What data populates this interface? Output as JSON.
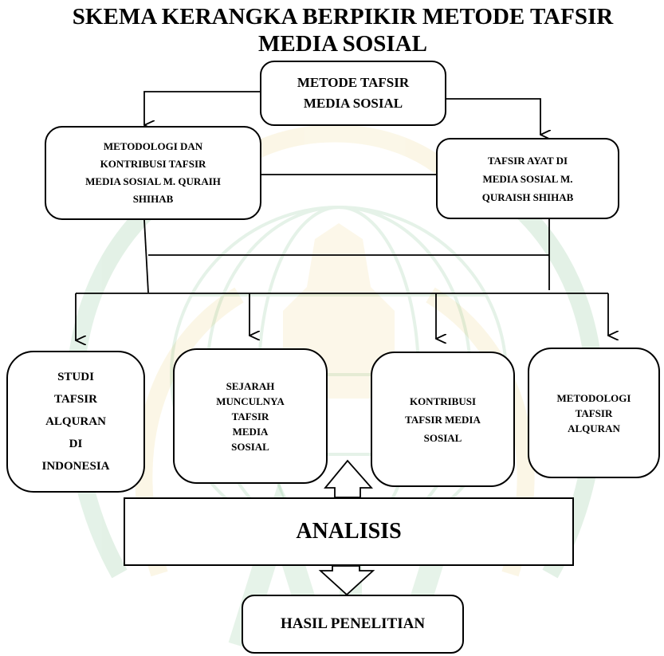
{
  "title": {
    "line1": "SKEMA KERANGKA BERPIKIR METODE TAFSIR",
    "line2": "MEDIA SOSIAL"
  },
  "nodes": {
    "top": [
      "METODE TAFSIR",
      "MEDIA SOSIAL"
    ],
    "left": [
      "METODOLOGI DAN",
      "KONTRIBUSI TAFSIR",
      "MEDIA SOSIAL M. QURAIH",
      "SHIHAB"
    ],
    "right": [
      "TAFSIR AYAT DI",
      "MEDIA SOSIAL M.",
      "QURAISH SHIHAB"
    ],
    "bottom": [
      [
        "STUDI",
        "TAFSIR",
        "ALQURAN",
        "DI",
        "INDONESIA"
      ],
      [
        "SEJARAH",
        "MUNCULNYA",
        "TAFSIR",
        "MEDIA",
        "SOSIAL"
      ],
      [
        "KONTRIBUSI",
        "TAFSIR MEDIA",
        "SOSIAL"
      ],
      [
        "METODOLOGI",
        "TAFSIR",
        "ALQURAN"
      ]
    ],
    "analysis": "ANALISIS",
    "result": "HASIL PENELITIAN"
  },
  "colors": {
    "stroke": "#000000",
    "watermark_green": "#2f9a4a",
    "watermark_gold": "#e3c04a"
  },
  "watermark": {
    "icon": "university-logo-watermark"
  }
}
